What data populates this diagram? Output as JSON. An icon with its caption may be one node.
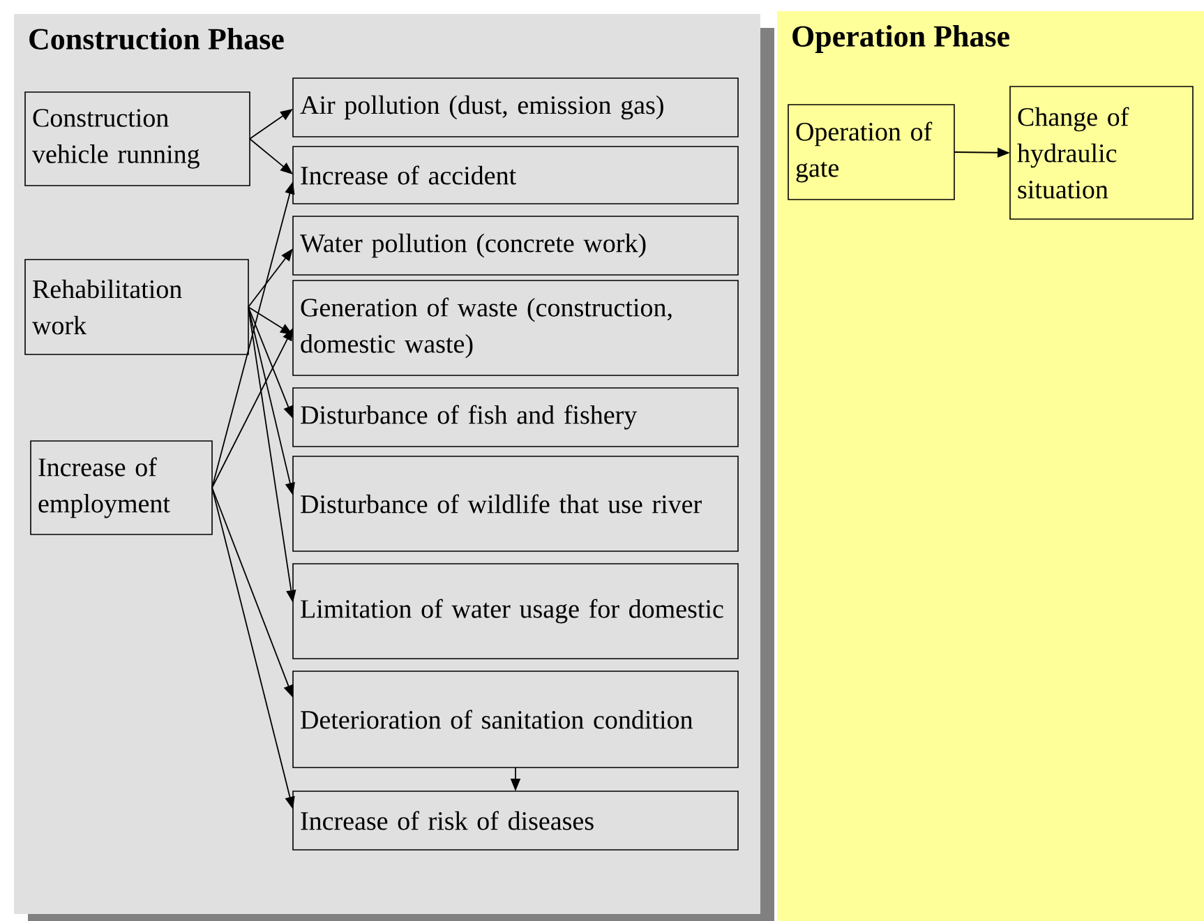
{
  "diagram": {
    "nodes": [
      {
        "text": [
          "Construction Phase"
        ]
      },
      {
        "text": [
          "Construction vehicle running"
        ],
        "in": 0
      },
      {
        "text": [
          "Rehabilitation work"
        ],
        "in": 0
      },
      {
        "text": [
          "Increase of employment"
        ],
        "in": 0
      },
      {
        "text": [
          "Air pollution (dust, emission gas)"
        ],
        "in": 0
      },
      {
        "text": [
          "Increase of accident"
        ],
        "in": 0
      },
      {
        "text": [
          "Water pollution (concrete work)"
        ],
        "in": 0
      },
      {
        "text": [
          "Generation of waste (construction, domestic waste)"
        ],
        "in": 0
      },
      {
        "text": [
          "Disturbance of fish and fishery"
        ],
        "in": 0
      },
      {
        "text": [
          "Disturbance of wildlife that use river"
        ],
        "in": 0
      },
      {
        "text": [
          "Limitation of water usage for domestic"
        ],
        "in": 0
      },
      {
        "text": [
          "Deterioration of sanitation condition"
        ],
        "in": 0
      },
      {
        "text": [
          "Increase of risk of diseases"
        ],
        "in": 0
      },
      {
        "text": [
          "Operation Phase"
        ]
      },
      {
        "text": [
          "Operation of gate"
        ],
        "in": 13
      },
      {
        "text": [
          "Change of hydraulic situation"
        ],
        "in": 13
      }
    ],
    "edges": [
      {
        "from": 1,
        "to": 4,
        "arrow": "to"
      },
      {
        "from": 1,
        "to": 5,
        "arrow": "to"
      },
      {
        "from": 2,
        "to": 6,
        "arrow": "to"
      },
      {
        "from": 2,
        "to": 7,
        "arrow": "to"
      },
      {
        "from": 2,
        "to": 8,
        "arrow": "to"
      },
      {
        "from": 2,
        "to": 9,
        "arrow": "to"
      },
      {
        "from": 2,
        "to": 10,
        "arrow": "to"
      },
      {
        "from": 3,
        "to": 5,
        "arrow": "to"
      },
      {
        "from": 3,
        "to": 7,
        "arrow": "to"
      },
      {
        "from": 3,
        "to": 11,
        "arrow": "to"
      },
      {
        "from": 3,
        "to": 12,
        "arrow": "to"
      },
      {
        "from": 11,
        "to": 12,
        "arrow": "to"
      },
      {
        "from": 14,
        "to": 15,
        "arrow": "to"
      }
    ]
  }
}
